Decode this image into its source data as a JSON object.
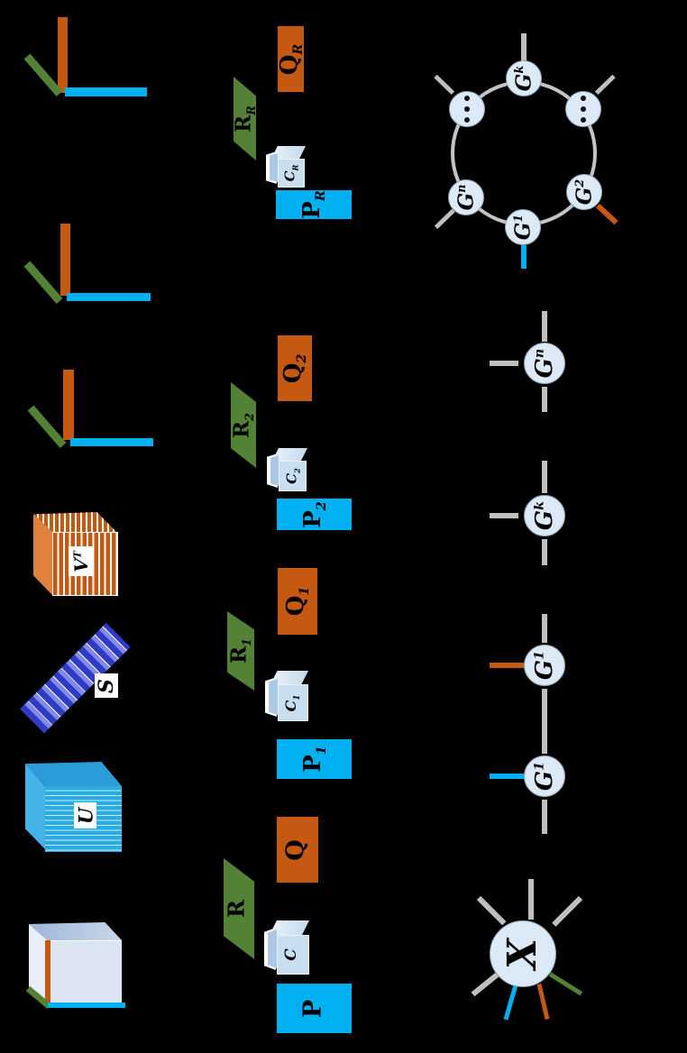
{
  "colors": {
    "orange": "#C65911",
    "green": "#538135",
    "cyan": "#00B0F0",
    "node_fill": "#DCE9F6",
    "edge_gray": "#BFBFBF",
    "core_dark_blue": "#2E3BC8",
    "core_light_blue": "#8289E8",
    "u_cube_blue": "#29ABE2"
  },
  "left": {
    "u_cube": {
      "label": "U"
    },
    "s_core": {
      "label": "S"
    },
    "vt_cube": {
      "label": "V",
      "sup": "T"
    }
  },
  "middle": {
    "groups": [
      {
        "q_main": "Q",
        "q_sub": "R",
        "r_main": "R",
        "r_sub": "R",
        "c_main": "C",
        "c_sub": "R",
        "p_main": "P",
        "p_sub": "R"
      },
      {
        "q_main": "Q",
        "q_sub": "2",
        "r_main": "R",
        "r_sub": "2",
        "c_main": "C",
        "c_sub": "2",
        "p_main": "P",
        "p_sub": "2"
      },
      {
        "q_main": "Q",
        "q_sub": "1",
        "r_main": "R",
        "r_sub": "1",
        "c_main": "C",
        "c_sub": "1",
        "p_main": "P",
        "p_sub": "1"
      },
      {
        "q_main": "Q",
        "q_sub": "",
        "r_main": "R",
        "r_sub": "",
        "c_main": "C",
        "c_sub": "",
        "p_main": "P",
        "p_sub": ""
      }
    ]
  },
  "right": {
    "ring": {
      "top": {
        "main": "G",
        "sup": "k"
      },
      "lower_left": {
        "main": "G",
        "sup": "n"
      },
      "lower_right": {
        "main": "G",
        "sup": "2"
      },
      "bottom": {
        "main": "G",
        "sup": "1"
      }
    },
    "chain": {
      "nodes": [
        {
          "main": "G",
          "sup": "n"
        },
        {
          "main": "G",
          "sup": "k"
        },
        {
          "main": "G",
          "sup": "1"
        },
        {
          "main": "G",
          "sup": "1"
        }
      ]
    },
    "x_node": {
      "label": "X"
    }
  }
}
